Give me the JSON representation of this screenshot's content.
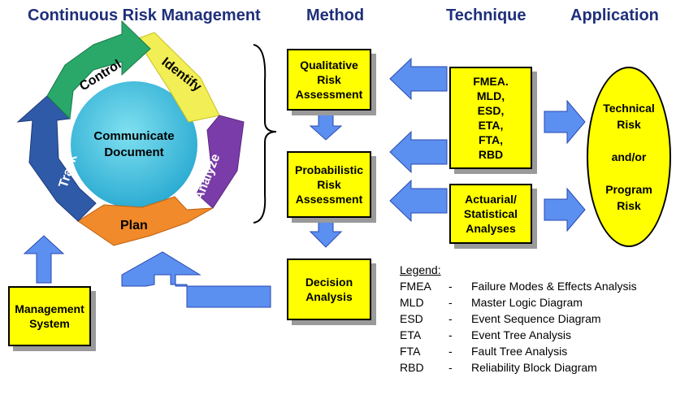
{
  "headers": {
    "crm": "Continuous Risk Management",
    "method": "Method",
    "technique": "Technique",
    "application": "Application"
  },
  "cycle": {
    "center": [
      "Communicate",
      "Document"
    ],
    "segments": [
      "Identify",
      "Analyze",
      "Plan",
      "Track",
      "Control"
    ]
  },
  "methods": {
    "qualitative": "Qualitative\nRisk\nAssessment",
    "probabilistic": "Probabilistic\nRisk\nAssessment",
    "decision": "Decision\nAnalysis"
  },
  "techniques": {
    "list": "FMEA.\nMLD,\nESD,\nETA,\nFTA,\nRBD",
    "actuarial": "Actuarial/\nStatistical\nAnalyses"
  },
  "application": "Technical\nRisk\n\nand/or\n\nProgram\nRisk",
  "management": "Management\nSystem",
  "legend": {
    "title": "Legend:",
    "items": [
      {
        "abbr": "FMEA",
        "dash": "-",
        "full": "Failure Modes & Effects Analysis"
      },
      {
        "abbr": "MLD",
        "dash": "-",
        "full": "Master Logic Diagram"
      },
      {
        "abbr": "ESD",
        "dash": "-",
        "full": "Event Sequence Diagram"
      },
      {
        "abbr": "ETA",
        "dash": "-",
        "full": "Event Tree Analysis"
      },
      {
        "abbr": "FTA",
        "dash": "-",
        "full": "Fault Tree Analysis"
      },
      {
        "abbr": "RBD",
        "dash": "-",
        "full": "Reliability Block Diagram"
      }
    ]
  },
  "colors": {
    "header": "#1f2f7a",
    "box": "#ffff00",
    "arrow": "#5b8ff0",
    "identify": "#f5f060",
    "analyze": "#7a3ca8",
    "plan": "#f08a2a",
    "track": "#2f5aa8",
    "control": "#2aa86a",
    "center": "#4fc6e0"
  }
}
